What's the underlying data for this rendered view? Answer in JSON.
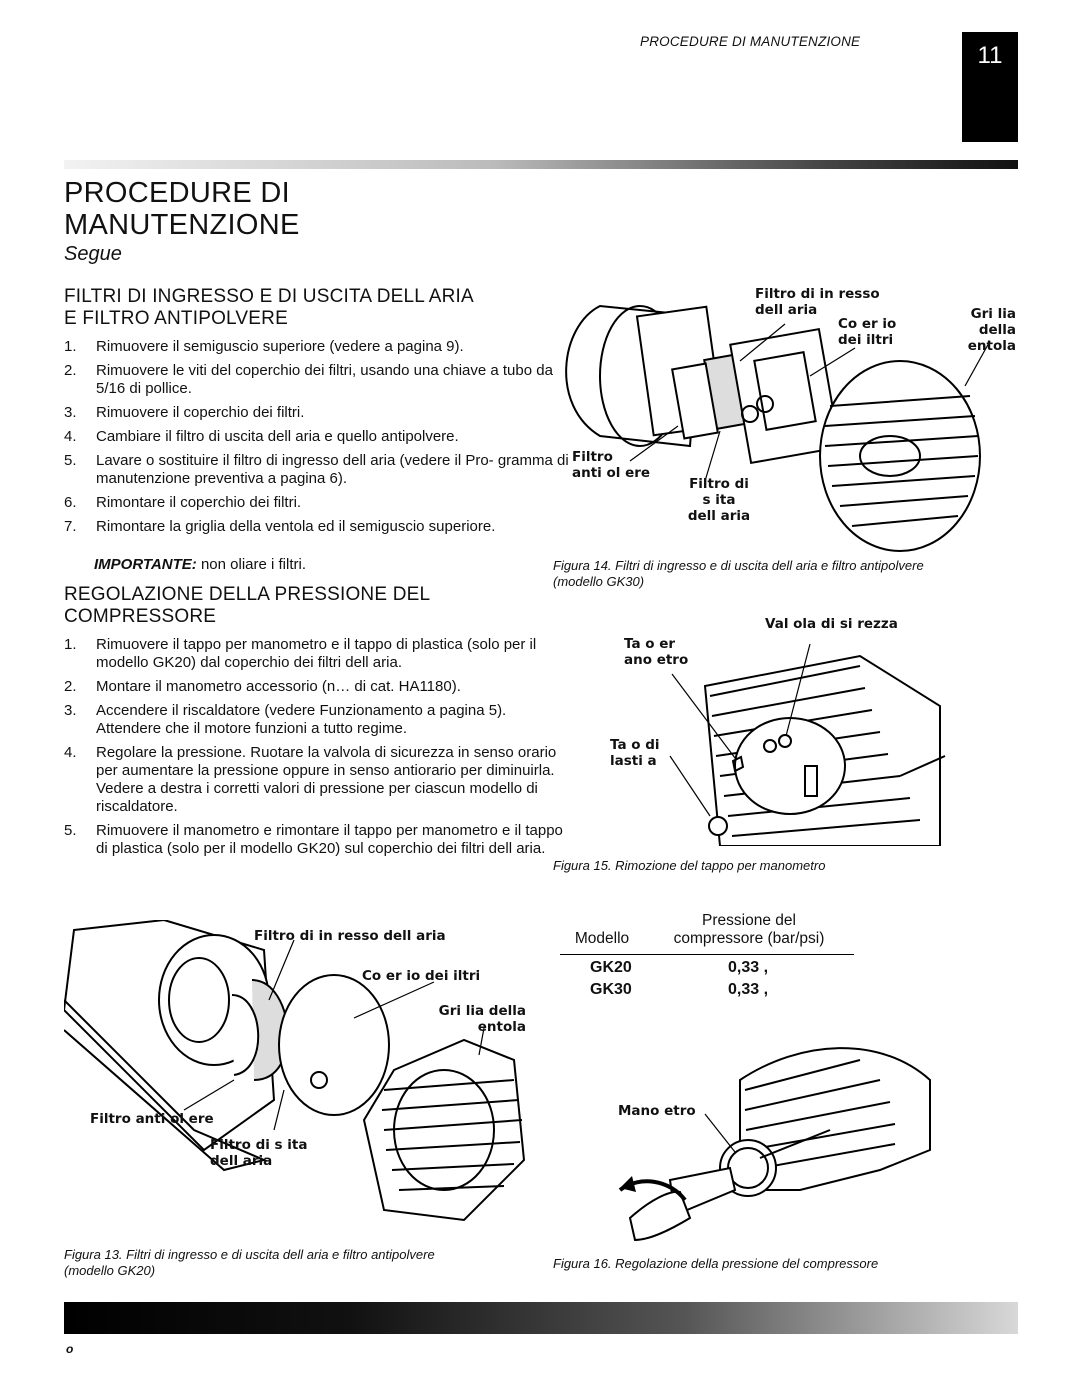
{
  "header": {
    "running_title": "PROCEDURE DI MANUTENZIONE",
    "page_number": "11"
  },
  "title": {
    "line1": "PROCEDURE DI",
    "line2": "MANUTENZIONE",
    "subtitle": "Segue"
  },
  "section1": {
    "heading_line1": "FILTRI DI INGRESSO E DI USCITA DELL  ARIA",
    "heading_line2": "E FILTRO ANTIPOLVERE",
    "steps": [
      {
        "n": "1.",
        "text": "Rimuovere il semiguscio superiore (vedere a pagina 9)."
      },
      {
        "n": "2.",
        "text": "Rimuovere le viti del coperchio dei filtri, usando una chiave a tubo da 5/16 di pollice."
      },
      {
        "n": "3.",
        "text": "Rimuovere il coperchio dei filtri."
      },
      {
        "n": "4.",
        "text": "Cambiare il filtro di uscita dell aria e quello antipolvere."
      },
      {
        "n": "5.",
        "text": "Lavare o sostituire il filtro di ingresso dell aria (vedere il Pro- gramma di manutenzione preventiva a pagina 6)."
      },
      {
        "n": "6.",
        "text": "Rimontare il coperchio dei filtri."
      },
      {
        "n": "7.",
        "text": "Rimontare la griglia della ventola ed il semiguscio superiore."
      }
    ],
    "important_label": "IMPORTANTE:",
    "important_text": "non oliare i filtri."
  },
  "section2": {
    "heading_line1": "REGOLAZIONE DELLA PRESSIONE DEL",
    "heading_line2": "COMPRESSORE",
    "steps": [
      {
        "n": "1.",
        "text": "Rimuovere il tappo per manometro e il tappo di plastica (solo per il modello GK20) dal coperchio dei filtri dell aria."
      },
      {
        "n": "2.",
        "text": "Montare il manometro accessorio (n… di cat. HA1180)."
      },
      {
        "n": "3.",
        "text": "Accendere il riscaldatore (vedere Funzionamento a pagina 5). Attendere che il motore funzioni a tutto regime."
      },
      {
        "n": "4.",
        "text": "Regolare la pressione. Ruotare la valvola di sicurezza in senso orario per aumentare la pressione oppure in senso antiorario per diminuirla. Vedere a destra i corretti valori di pressione per ciascun modello di riscaldatore."
      },
      {
        "n": "5.",
        "text": "Rimuovere il manometro e rimontare il tappo per manometro e il tappo di plastica (solo per il modello GK20) sul coperchio dei filtri dell aria."
      }
    ]
  },
  "figure14": {
    "caption_line1": "Figura 14. Filtri di ingresso e di uscita dell      aria e filtro antipolvere",
    "caption_line2": "(modello GK30)",
    "labels": {
      "intake_filter": [
        "Filtro di in  resso",
        "dell aria"
      ],
      "filter_cover": [
        "Co  er    io",
        "dei  iltri"
      ],
      "fan_grill": [
        "Gri  lia",
        "della",
        "entola"
      ],
      "dust_filter": [
        "Filtro",
        "anti  ol  ere"
      ],
      "outlet_filter": [
        "Filtro di",
        "s  ita",
        "dell aria"
      ]
    }
  },
  "figure15": {
    "caption": "Figura 15. Rimozione del tappo per manometro",
    "labels": {
      "relief_valve": "Val  ola di si    rezza",
      "gauge_plug": [
        "Ta    o   er",
        "ano   etro"
      ],
      "plastic_plug": [
        "Ta    o di",
        "lasti   a"
      ]
    }
  },
  "figure13": {
    "caption_line1": "Figura 13. Filtri di ingresso e di uscita dell      aria e filtro antipolvere",
    "caption_line2": "(modello GK20)",
    "labels": {
      "intake_filter": "Filtro di in  resso dell aria",
      "filter_cover": "Co  er    io dei  iltri",
      "fan_grill": [
        "Gri  lia della",
        "entola"
      ],
      "dust_filter": "Filtro anti  ol  ere",
      "outlet_filter": [
        "Filtro di    s  ita",
        "dell aria"
      ]
    }
  },
  "pressure_table": {
    "header_model": "Modello",
    "header_pressure_line1": "Pressione del",
    "header_pressure_line2": "compressore (bar/psi)",
    "rows": [
      {
        "model": "GK20",
        "value": "0,33    ,"
      },
      {
        "model": "GK30",
        "value": "0,33    ,"
      }
    ]
  },
  "figure16": {
    "caption": "Figura 16. Regolazione della pressione del compressore",
    "labels": {
      "gauge": "Mano    etro"
    }
  },
  "footer": {
    "mark": "o"
  }
}
